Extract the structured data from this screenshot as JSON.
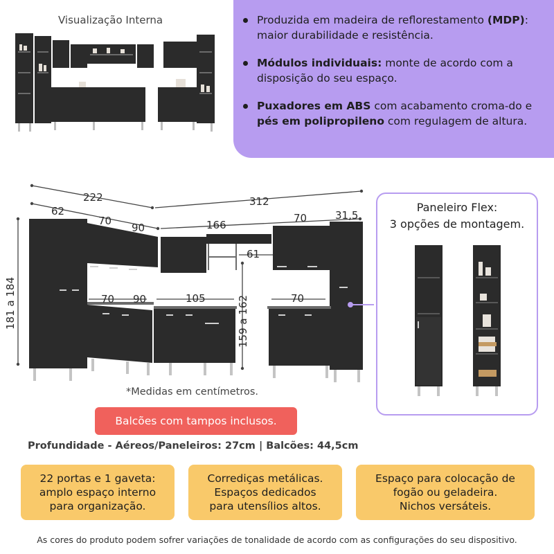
{
  "internal_view": {
    "title": "Visualização Interna"
  },
  "features_box": {
    "items": [
      {
        "bold_before": "",
        "text1": "Produzida em madeira de reflorestamento",
        "bold_mid": "(MDP)",
        "text2": ": maior durabilidade e resistência."
      },
      {
        "bold_before": "Módulos individuais:",
        "text1": " monte de acordo com a disposição do seu espaço.",
        "bold_mid": "",
        "text2": ""
      },
      {
        "bold_before": "Puxadores em ABS",
        "text1": " com acabamento croma-do e ",
        "bold_mid": "pés em polipropileno",
        "text2": " com regulagem de altura."
      }
    ]
  },
  "dimensions": {
    "total_left": "222",
    "total_right": "312",
    "upper_62": "62",
    "upper_70a": "70",
    "upper_90": "90",
    "upper_166": "166",
    "upper_70b": "70",
    "upper_31_5": "31,5",
    "tall_height": "181 a 184",
    "gap_61": "61",
    "base_70a": "70",
    "base_90": "90",
    "base_105": "105",
    "base_70b": "70",
    "base_height": "159 a 162"
  },
  "paneleiro": {
    "title_line1": "Paneleiro Flex:",
    "title_line2": "3 opções de montagem."
  },
  "measures_note": "*Medidas em centímetros.",
  "countertop_note": "Balcões com tampos inclusos.",
  "depth_note": "Profundidade - Aéreos/Paneleiros: 27cm | Balcões: 44,5cm",
  "cards": [
    {
      "l1": "22 portas e 1 gaveta:",
      "l2": "amplo espaço interno",
      "l3": "para organização."
    },
    {
      "l1": "Corrediças metálicas.",
      "l2": "Espaços dedicados",
      "l3": "para utensílios altos."
    },
    {
      "l1": "Espaço para colocação de",
      "l2": "fogão ou geladeira.",
      "l3": "Nichos versáteis."
    }
  ],
  "disclaimer": "As cores do produto podem sofrer variações de tonalidade de acordo com as configurações do seu dispositivo.",
  "colors": {
    "purple": "#b79cf0",
    "red": "#f0615c",
    "yellow": "#f9c96a",
    "cabinet": "#2b2b2b"
  }
}
